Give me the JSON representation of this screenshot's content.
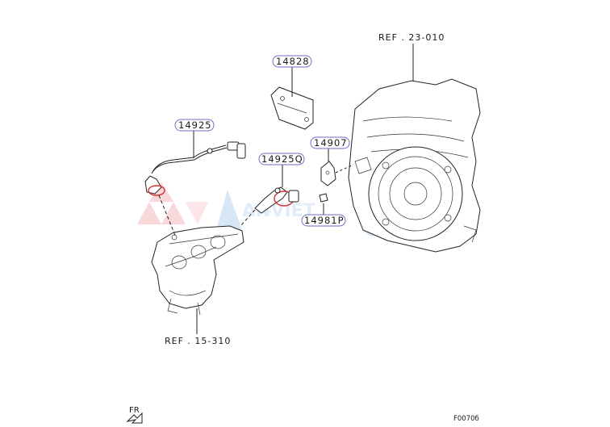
{
  "diagram": {
    "references": {
      "transmission": "REF . 23-010",
      "manifold": "REF . 15-310"
    },
    "parts": [
      {
        "id": "p14828",
        "number": "14828"
      },
      {
        "id": "p14925",
        "number": "14925"
      },
      {
        "id": "p14925q",
        "number": "14925Q"
      },
      {
        "id": "p14907",
        "number": "14907"
      },
      {
        "id": "p14981p",
        "number": "14981P"
      }
    ],
    "front_marker": "FR",
    "figure_code": "F0070б",
    "watermark": {
      "text": "ANVIET",
      "colors": {
        "red": "#e2303a",
        "blue": "#2a7fd0"
      }
    },
    "colors": {
      "callout_border": "#6e6ec8",
      "line": "#222222",
      "highlight_red": "#d83030"
    }
  }
}
